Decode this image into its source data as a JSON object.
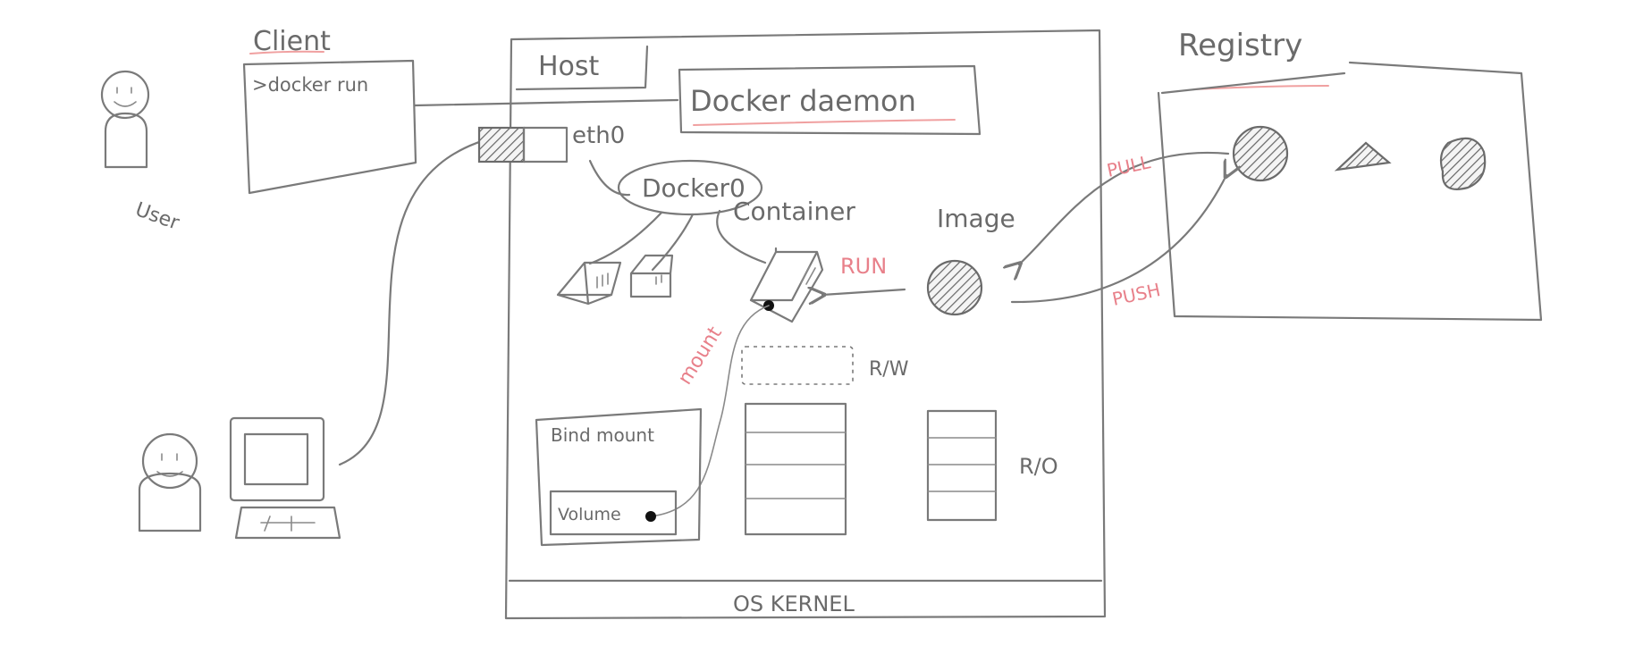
{
  "client": {
    "title": "Client",
    "command": ">docker run"
  },
  "user_label": "User",
  "host": {
    "title": "Host",
    "daemon": "Docker daemon",
    "eth": "eth0",
    "bridge": "Docker0",
    "container_label": "Container",
    "image_label": "Image",
    "run_label": "RUN",
    "rw_label": "R/W",
    "ro_label": "R/O",
    "mount_label": "mount",
    "bind_mount": "Bind mount",
    "volume": "Volume",
    "kernel": "OS KERNEL"
  },
  "registry": {
    "title": "Registry",
    "pull_label": "PULL",
    "push_label": "PUSH"
  },
  "colors": {
    "ink": "#7a7a7a",
    "accent": "#e8808a"
  }
}
